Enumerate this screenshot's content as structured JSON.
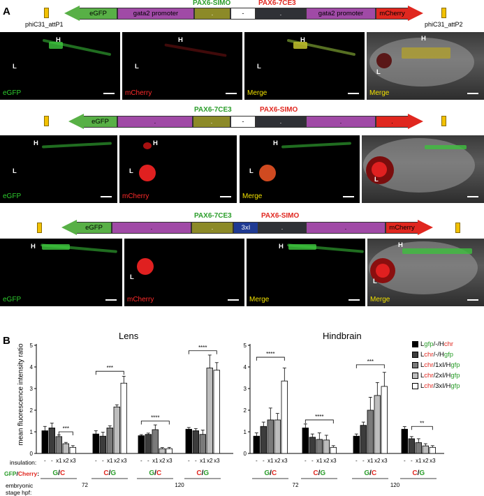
{
  "panel_a": {
    "letter": "A",
    "construct1": {
      "att_left": "phiC31_attP1",
      "att_right": "phiC31_attP2",
      "egfp": "eGFP",
      "promoter_left": "gata2 promoter",
      "enh_left": "PAX6-SIMO",
      "enh_left_box": ".",
      "spacer": "-",
      "enh_right": "PAX6-7CE3",
      "enh_right_box": ".",
      "promoter_right": "gata2 promoter",
      "mcherry": "mCherry"
    },
    "construct2": {
      "egfp": "eGFP",
      "promoter_left": ".",
      "enh_left": "PAX6-7CE3",
      "enh_left_box": ".",
      "spacer": "-",
      "enh_right": "PAX6-SIMO",
      "enh_right_box": ".",
      "promoter_right": ".",
      "mcherry": "."
    },
    "construct3": {
      "egfp": "eGFP",
      "promoter_left": ".",
      "enh_left": "PAX6-7CE3",
      "enh_left_box": ".",
      "spacer": "3xI",
      "enh_right": "PAX6-SIMO",
      "enh_right_box": ".",
      "promoter_right": ".",
      "mcherry": "mCherry"
    },
    "image_labels": {
      "egfp": "eGFP",
      "mcherry": "mCherry",
      "merge": "Merge",
      "hindbrain": "H",
      "lens": "L"
    }
  },
  "panel_b": {
    "letter": "B",
    "legend": [
      {
        "prefix": "L",
        "part1": "gfp",
        "mid": "/-/H",
        "part2": "chr",
        "c1": "#2a9d2a",
        "c2": "#e0271f",
        "color": "#000000"
      },
      {
        "prefix": "L",
        "part1": "chr",
        "mid": "/-/H",
        "part2": "gfp",
        "c1": "#e0271f",
        "c2": "#2a9d2a",
        "color": "#3c3c3c"
      },
      {
        "prefix": "L",
        "part1": "chr",
        "mid": "/1xI/H",
        "part2": "gfp",
        "c1": "#e0271f",
        "c2": "#2a9d2a",
        "color": "#7a7a7a"
      },
      {
        "prefix": "L",
        "part1": "chr",
        "mid": "/2xI/H",
        "part2": "gfp",
        "c1": "#e0271f",
        "c2": "#2a9d2a",
        "color": "#bdbdbd"
      },
      {
        "prefix": "L",
        "part1": "chr",
        "mid": "/3xI/H",
        "part2": "gfp",
        "c1": "#e0271f",
        "c2": "#2a9d2a",
        "color": "#ffffff"
      }
    ],
    "row_labels": {
      "insulation": "insulation:",
      "gfp": "GFP",
      "slash": "/",
      "cherry": "Cherry",
      "colon": ":",
      "stage1": "embryonic",
      "stage2": "stage hpf:"
    }
  },
  "chart_data": [
    {
      "type": "bar",
      "title": "Lens",
      "ylabel": "mean fluorescence intensity ratio",
      "ylim": [
        0,
        5
      ],
      "yticks": [
        0,
        1,
        2,
        3,
        4,
        5
      ],
      "colors": [
        "#000000",
        "#3c3c3c",
        "#7a7a7a",
        "#bdbdbd",
        "#ffffff"
      ],
      "groups": [
        {
          "values": [
            1.05,
            1.18,
            0.78,
            0.45,
            0.28
          ],
          "errors": [
            0.2,
            0.22,
            0.08,
            0.06,
            0.08
          ],
          "insulation": [
            "-",
            "-",
            "x1",
            "x2",
            "x3"
          ],
          "orientation": "G/C",
          "stage": "72",
          "sig": {
            "from": 2,
            "to": 4,
            "label": "***",
            "y": 1.0
          }
        },
        {
          "values": [
            0.9,
            0.8,
            1.18,
            2.15,
            3.25
          ],
          "errors": [
            0.15,
            0.18,
            0.1,
            0.1,
            0.32
          ],
          "insulation": [
            "-",
            "-",
            "x1",
            "x2",
            "x3"
          ],
          "orientation": "C/G",
          "stage": "72",
          "sig": {
            "from": 0,
            "to": 4,
            "label": "***",
            "y": 3.8
          }
        },
        {
          "values": [
            0.82,
            0.88,
            1.1,
            0.22,
            0.22
          ],
          "errors": [
            0.05,
            0.06,
            0.22,
            0.05,
            0.06
          ],
          "insulation": [
            "-",
            "-",
            "x1",
            "x2",
            "x3"
          ],
          "orientation": "G/C",
          "stage": "120",
          "sig": {
            "from": 0,
            "to": 4,
            "label": "****",
            "y": 1.5
          }
        },
        {
          "values": [
            1.12,
            1.05,
            0.88,
            3.95,
            3.85
          ],
          "errors": [
            0.08,
            0.1,
            0.2,
            0.6,
            0.35
          ],
          "insulation": [
            "-",
            "-",
            "x1",
            "x2",
            "x3"
          ],
          "orientation": "C/G",
          "stage": "120",
          "sig": {
            "from": 0,
            "to": 4,
            "label": "****",
            "y": 4.75
          }
        }
      ]
    },
    {
      "type": "bar",
      "title": "Hindbrain",
      "ylabel": "",
      "ylim": [
        0,
        5
      ],
      "yticks": [
        0,
        1,
        2,
        3,
        4,
        5
      ],
      "colors": [
        "#000000",
        "#3c3c3c",
        "#7a7a7a",
        "#bdbdbd",
        "#ffffff"
      ],
      "groups": [
        {
          "values": [
            0.8,
            1.25,
            1.55,
            1.55,
            3.35
          ],
          "errors": [
            0.15,
            0.2,
            0.55,
            0.3,
            0.6
          ],
          "insulation": [
            "-",
            "-",
            "x1",
            "x2",
            "x3"
          ],
          "orientation": "G/C",
          "stage": "72",
          "sig": {
            "from": 0,
            "to": 4,
            "label": "****",
            "y": 4.45
          }
        },
        {
          "values": [
            1.18,
            0.75,
            0.65,
            0.62,
            0.28
          ],
          "errors": [
            0.18,
            0.15,
            0.3,
            0.22,
            0.08
          ],
          "insulation": [
            "-",
            "-",
            "x1",
            "x2",
            "x3"
          ],
          "orientation": "C/G",
          "stage": "72",
          "sig": {
            "from": 0,
            "to": 4,
            "label": "****",
            "y": 1.55
          }
        },
        {
          "values": [
            0.8,
            1.3,
            2.0,
            2.68,
            3.1
          ],
          "errors": [
            0.1,
            0.15,
            0.6,
            0.6,
            0.65
          ],
          "insulation": [
            "-",
            "-",
            "x1",
            "x2",
            "x3"
          ],
          "orientation": "G/C",
          "stage": "120",
          "sig": {
            "from": 0,
            "to": 4,
            "label": "***",
            "y": 4.1
          }
        },
        {
          "values": [
            1.12,
            0.68,
            0.5,
            0.35,
            0.28
          ],
          "errors": [
            0.12,
            0.1,
            0.18,
            0.1,
            0.08
          ],
          "insulation": [
            "-",
            "-",
            "x1",
            "x2",
            "x3"
          ],
          "orientation": "C/G",
          "stage": "120",
          "sig": {
            "from": 1,
            "to": 4,
            "label": "**",
            "y": 1.25
          }
        }
      ]
    }
  ]
}
